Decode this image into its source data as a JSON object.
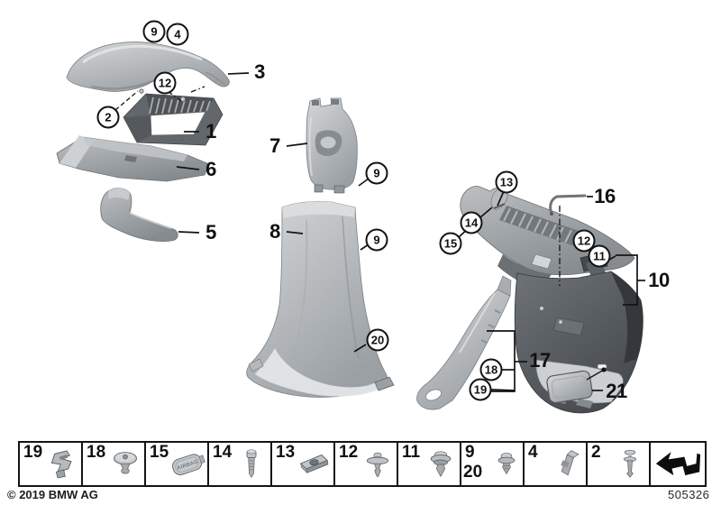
{
  "page": {
    "copyright": "© 2019 BMW AG",
    "diagram_number": "505326"
  },
  "diagram": {
    "description": "Trim panel parts exploded diagram: A-pillar, B-pillar and C-pillar / lateral trunk trim panels",
    "circle_callouts": [
      {
        "text": "9"
      },
      {
        "text": "4"
      },
      {
        "text": "12"
      },
      {
        "text": "2"
      },
      {
        "text": "9"
      },
      {
        "text": "9"
      },
      {
        "text": "20"
      },
      {
        "text": "13"
      },
      {
        "text": "14"
      },
      {
        "text": "15"
      },
      {
        "text": "12"
      },
      {
        "text": "11"
      },
      {
        "text": "18"
      },
      {
        "text": "19"
      }
    ],
    "part_labels": [
      {
        "text": "3"
      },
      {
        "text": "1"
      },
      {
        "text": "6"
      },
      {
        "text": "5"
      },
      {
        "text": "7"
      },
      {
        "text": "8"
      },
      {
        "text": "16"
      },
      {
        "text": "10"
      },
      {
        "text": "17"
      },
      {
        "text": "21"
      }
    ]
  },
  "legend": {
    "items": [
      {
        "number": "19",
        "icon": "spring-nut-clip"
      },
      {
        "number": "18",
        "icon": "plastic-rivet"
      },
      {
        "number": "15",
        "icon": "airbag-emblem-cap",
        "icon_text": "AIRBAG"
      },
      {
        "number": "14",
        "icon": "pan-head-screw"
      },
      {
        "number": "13",
        "icon": "speed-nut"
      },
      {
        "number": "12",
        "icon": "push-rivet"
      },
      {
        "number": "11",
        "icon": "grommet-clip"
      },
      {
        "number": "9",
        "number2": "20",
        "icon": "flanged-clip"
      },
      {
        "number": "4",
        "icon": "metal-spring-clip"
      },
      {
        "number": "2",
        "icon": "expanding-rivet"
      },
      {
        "number": "",
        "icon": "page-turn-arrow"
      }
    ]
  },
  "colors": {
    "line": "#141414",
    "trim_light": "#c3c6c9",
    "trim_mid": "#9aa0a4",
    "trim_dark": "#5a5f63"
  }
}
